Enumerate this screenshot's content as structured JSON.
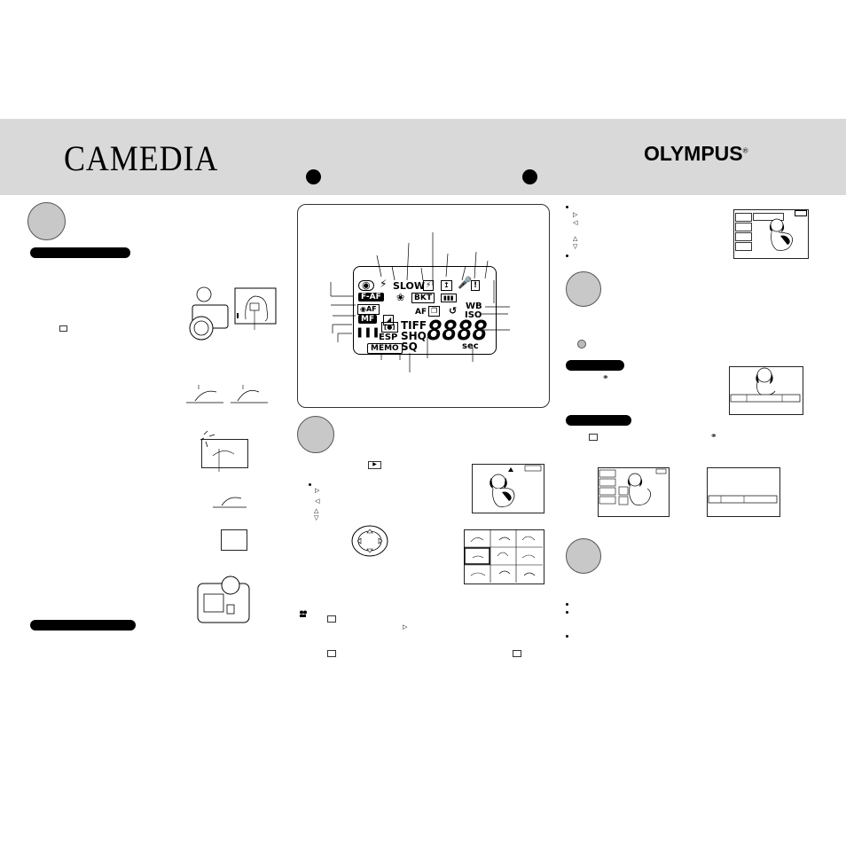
{
  "header": {
    "brand_left": "CAMEDIA",
    "brand_right": "OLYMPUS",
    "registered_mark": "®"
  },
  "lcd_panel": {
    "labels": {
      "slow": "SLOW",
      "bkt": "BKT",
      "faf": "F-AF",
      "oaf": "AF",
      "mf": "MF",
      "wb": "WB",
      "iso": "ISO",
      "af": "AF",
      "tiff": "TIFF",
      "shq": "SHQ",
      "sq": "SQ",
      "esp": "ESP",
      "memo": "MEMO",
      "digits": "8888",
      "sec": "sec"
    }
  },
  "icons": {
    "eye": "red-eye-icon",
    "flash_off": "flash-off-icon",
    "macro": "macro-flower-icon",
    "battery": "battery-icon",
    "mic": "microphone-icon",
    "card": "card-icon",
    "self_timer": "self-timer-icon",
    "dpad": "arrow-pad-icon"
  },
  "colors": {
    "banner": "#d9d9d9",
    "circle": "#c8c8c8",
    "ink": "#000000"
  }
}
